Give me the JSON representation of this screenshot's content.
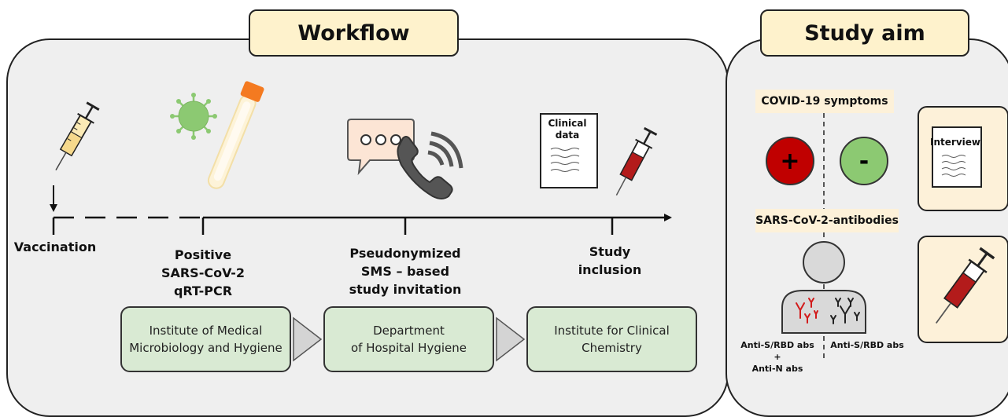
{
  "workflow": {
    "title": "Workflow",
    "steps": [
      {
        "label": "Vaccination"
      },
      {
        "label": "Positive\nSARS-CoV-2\nqRT-PCR"
      },
      {
        "label": "Pseudonymized\nSMS – based\nstudy invitation"
      },
      {
        "label": "Study\ninclusion"
      }
    ],
    "clinical_doc_label": "Clinical\ndata",
    "institutions": [
      "Institute of Medical\nMicrobiology and Hygiene",
      "Department\nof Hospital Hygiene",
      "Institute for Clinical\nChemistry"
    ]
  },
  "study_aim": {
    "title": "Study aim",
    "symptoms_label": "COVID-19 symptoms",
    "plus_symbol": "+",
    "minus_symbol": "-",
    "antibodies_label": "SARS-CoV-2-antibodies",
    "left_result": "Anti-S/RBD abs\n+\nAnti-N abs",
    "right_result": "Anti-S/RBD abs",
    "interview_label": "Interview"
  },
  "colors": {
    "header_fill": "#fef2cc",
    "panel_fill": "#efefef",
    "institution_fill": "#d9ead3",
    "plus_fill": "#c00000",
    "minus_fill": "#8cc972",
    "virus_fill": "#8cc972",
    "tube_cap": "#f47a20",
    "blood": "#b31b1b"
  }
}
